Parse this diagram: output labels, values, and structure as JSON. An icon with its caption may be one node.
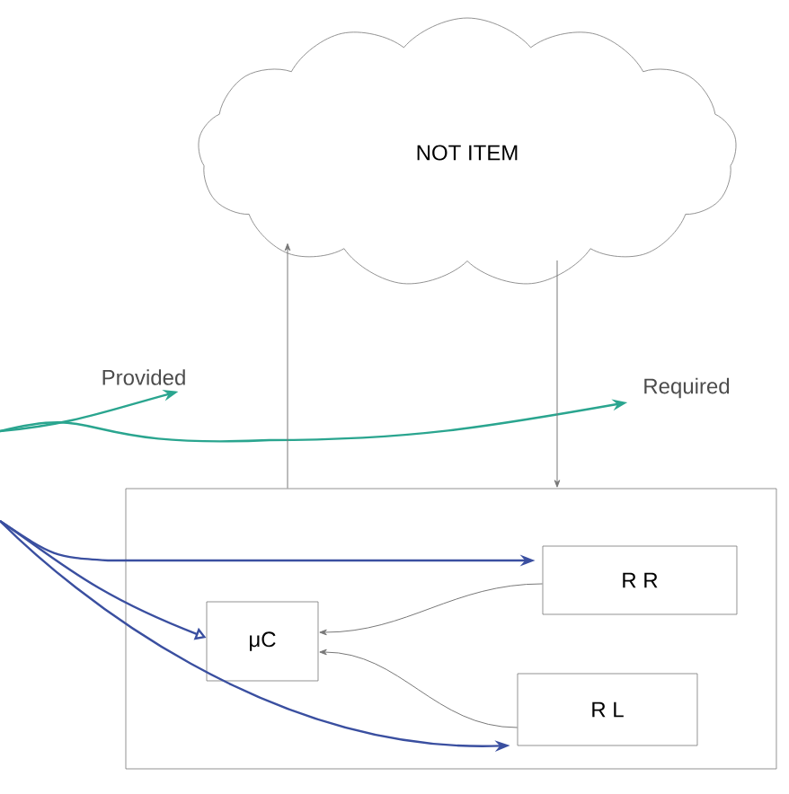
{
  "diagram": {
    "nodes": [
      {
        "text": [
          "NOT ITEM"
        ]
      },
      {
        "text": [
          "Provided"
        ]
      },
      {
        "text": [
          "Required"
        ]
      },
      {
        "text": [],
        "shape": "box"
      },
      {
        "text": [
          "μC"
        ],
        "in": 3
      },
      {
        "text": [
          "R R"
        ],
        "in": 3
      },
      {
        "text": [
          "R L"
        ],
        "in": 3
      }
    ],
    "edges": [
      {
        "from": null,
        "to": 1,
        "arrow": "to",
        "color": "#2aa58f"
      },
      {
        "from": null,
        "to": 2,
        "arrow": "to",
        "color": "#2aa58f"
      },
      {
        "from": 3,
        "to": 0,
        "arrow": "to"
      },
      {
        "from": 0,
        "to": 3,
        "arrow": "to"
      },
      {
        "from": null,
        "to": 5,
        "arrow": "to",
        "color": "#3a4fa0"
      },
      {
        "from": null,
        "to": 4,
        "arrow": "to",
        "color": "#3a4fa0"
      },
      {
        "from": null,
        "to": 6,
        "arrow": "to",
        "color": "#3a4fa0"
      },
      {
        "from": 5,
        "to": 4,
        "arrow": "to"
      },
      {
        "from": 6,
        "to": 4,
        "arrow": "to"
      }
    ]
  }
}
